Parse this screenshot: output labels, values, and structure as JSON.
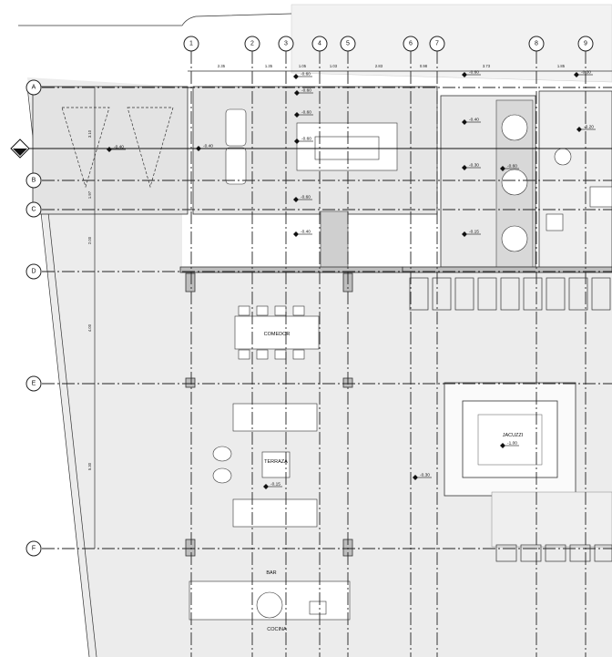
{
  "grid_axes_vertical": [
    {
      "id": "v1",
      "label": "1"
    },
    {
      "id": "v2",
      "label": "2"
    },
    {
      "id": "v3",
      "label": "3"
    },
    {
      "id": "v4",
      "label": "4"
    },
    {
      "id": "v5",
      "label": "5"
    },
    {
      "id": "v6",
      "label": "6"
    },
    {
      "id": "v7",
      "label": "7"
    },
    {
      "id": "v8",
      "label": "8"
    },
    {
      "id": "v9",
      "label": "9"
    }
  ],
  "grid_axes_horizontal": [
    {
      "id": "hA",
      "label": "A"
    },
    {
      "id": "hB",
      "label": "B"
    },
    {
      "id": "hC",
      "label": "C"
    },
    {
      "id": "hD",
      "label": "D"
    },
    {
      "id": "hE",
      "label": "E"
    },
    {
      "id": "hF",
      "label": "F"
    }
  ],
  "dimensions_top": [
    "2.35",
    "1.35",
    "1.05",
    "1.03",
    "2.83",
    "0.98",
    "3.73",
    "1.85"
  ],
  "dimensions_left": [
    "3.10",
    "1.97",
    "2.00",
    "4.00",
    "5.30"
  ],
  "room_labels": {
    "comedor": "COMEDOR",
    "terraza": "TERRAZA",
    "jacuzzi": "JACUZZI",
    "bar": "BAR",
    "cocina": "COCINA"
  },
  "levels": {
    "terraza": "-0.15",
    "jacuzzi": "-1.00",
    "l1": "-0.40",
    "l2": "-0.40",
    "l3": "-0.60",
    "l4": "-0.60",
    "l5": "-0.60",
    "l6": "-0.60",
    "l7": "-0.60",
    "l8": "-0.40",
    "l9": "-0.60",
    "l10": "-0.40",
    "l11": "-0.30",
    "l12": "-0.15",
    "l13": "-0.60",
    "l14": "-0.30",
    "l15": "-0.20",
    "l16": "-0.30"
  }
}
